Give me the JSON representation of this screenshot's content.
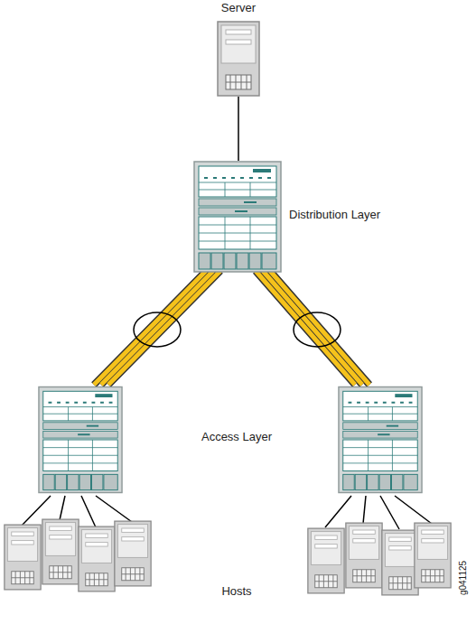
{
  "diagram": {
    "nodes": [
      {
        "text": [
          "Server"
        ]
      },
      {
        "text": [
          "Distribution Layer"
        ]
      }
    ],
    "edges": [
      {
        "from": 0,
        "to": 1,
        "arrow": "none"
      }
    ],
    "labels": [
      "Access Layer",
      "Hosts",
      "g041125"
    ]
  }
}
